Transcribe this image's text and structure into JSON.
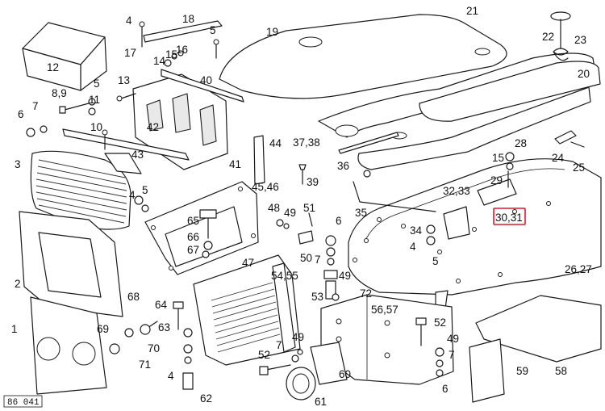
{
  "diagram": {
    "reference_code": "86 041",
    "highlight": {
      "label": "30,31",
      "color": "#e0182b"
    },
    "labels": [
      "1",
      "2",
      "3",
      "4",
      "5",
      "6",
      "7",
      "8,9",
      "10",
      "11",
      "12",
      "13",
      "14",
      "15",
      "16",
      "17",
      "18",
      "19",
      "20",
      "21",
      "22",
      "23",
      "24",
      "25",
      "26,27",
      "28",
      "29",
      "30,31",
      "32,33",
      "34",
      "35",
      "36",
      "37,38",
      "39",
      "40",
      "41",
      "42",
      "43",
      "44",
      "45,46",
      "47",
      "48",
      "49",
      "50",
      "51",
      "52",
      "53",
      "54,55",
      "56,57",
      "58",
      "59",
      "60",
      "61",
      "62",
      "63",
      "64",
      "65",
      "66",
      "67",
      "68",
      "69",
      "70",
      "71",
      "72"
    ]
  }
}
